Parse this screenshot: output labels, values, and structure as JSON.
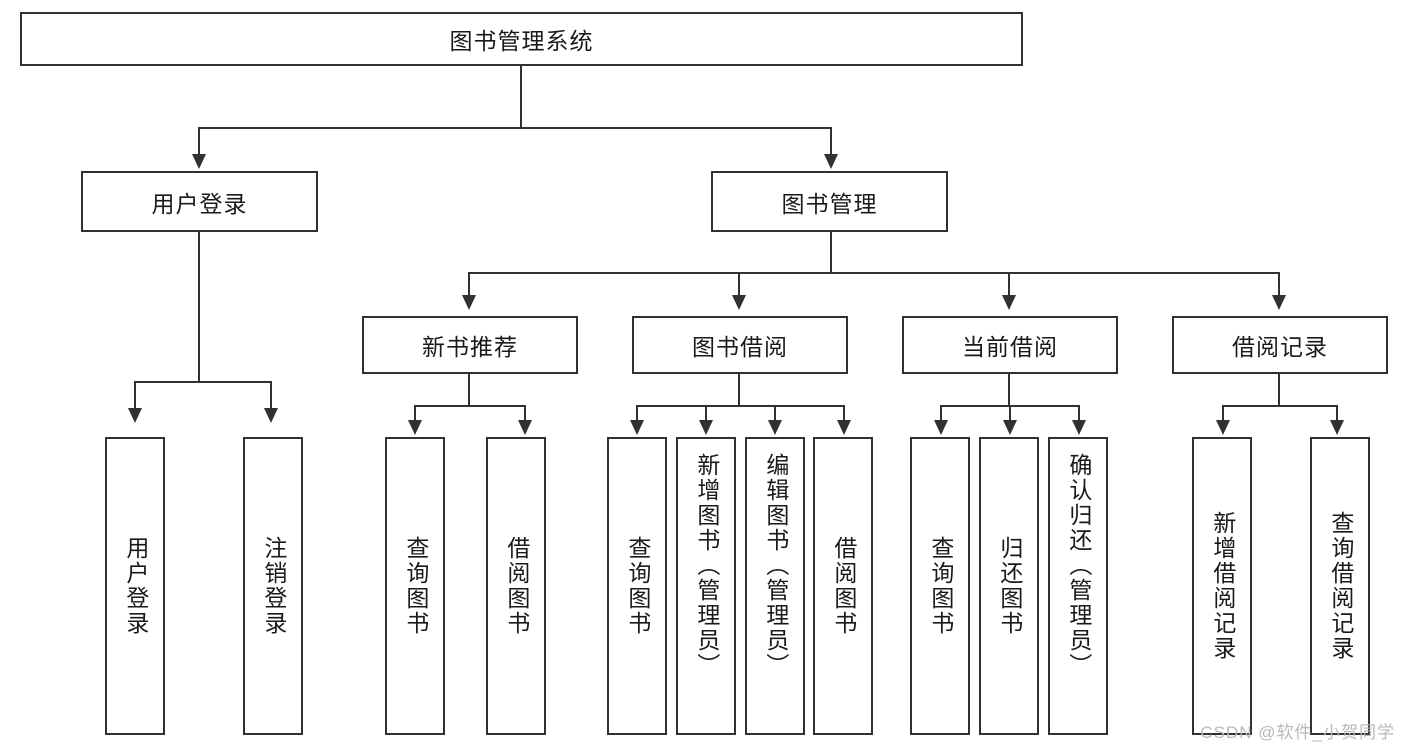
{
  "diagram": {
    "type": "tree-hierarchy",
    "title": "图书管理系统",
    "root": {
      "id": "root",
      "label": "图书管理系统"
    },
    "level2": [
      {
        "id": "user-login",
        "label": "用户登录"
      },
      {
        "id": "book-management",
        "label": "图书管理"
      }
    ],
    "level3": [
      {
        "id": "new-book-recommend",
        "label": "新书推荐"
      },
      {
        "id": "book-borrow",
        "label": "图书借阅"
      },
      {
        "id": "current-borrow",
        "label": "当前借阅"
      },
      {
        "id": "borrow-record",
        "label": "借阅记录"
      }
    ],
    "leaves": {
      "user_login": [
        {
          "id": "leaf-user-login",
          "label": "用户登录"
        },
        {
          "id": "leaf-logout-login",
          "label": "注销登录"
        }
      ],
      "new_book_recommend": [
        {
          "id": "leaf-query-book-1",
          "label": "查询图书"
        },
        {
          "id": "leaf-borrow-book-1",
          "label": "借阅图书"
        }
      ],
      "book_borrow": [
        {
          "id": "leaf-query-book-2",
          "label": "查询图书"
        },
        {
          "id": "leaf-add-book",
          "label": "新增图书（管理员）"
        },
        {
          "id": "leaf-edit-book",
          "label": "编辑图书（管理员）"
        },
        {
          "id": "leaf-borrow-book-2",
          "label": "借阅图书"
        }
      ],
      "current_borrow": [
        {
          "id": "leaf-query-book-3",
          "label": "查询图书"
        },
        {
          "id": "leaf-return-book",
          "label": "归还图书"
        },
        {
          "id": "leaf-confirm-return",
          "label": "确认归还（管理员）"
        }
      ],
      "borrow_record": [
        {
          "id": "leaf-add-record",
          "label": "新增借阅记录"
        },
        {
          "id": "leaf-query-record",
          "label": "查询借阅记录"
        }
      ]
    }
  },
  "watermark": {
    "text": "CSDN @软件_小贺同学"
  },
  "colors": {
    "stroke": "#33312f",
    "box_fill": "#ffffff",
    "text": "#1a1a1a",
    "watermark": "#b9b9b9",
    "background": "#ffffff"
  }
}
